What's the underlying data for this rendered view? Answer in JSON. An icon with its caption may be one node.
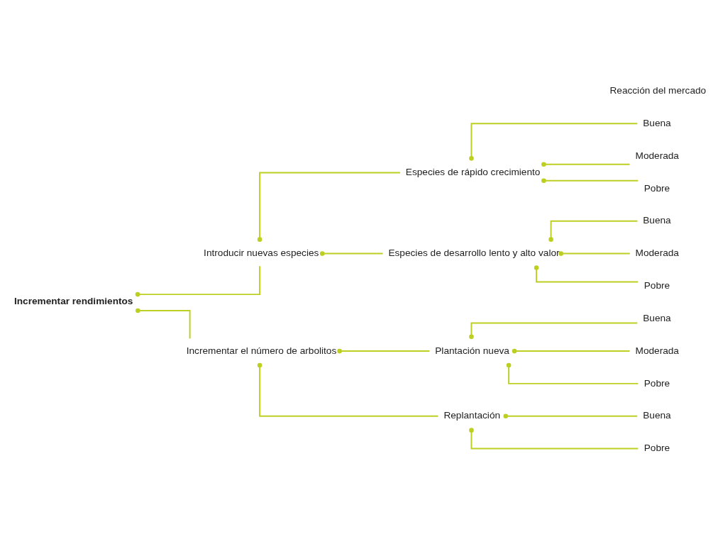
{
  "diagram": {
    "nodes": [
      {
        "text": [
          "Incrementar rendimientos"
        ]
      },
      {
        "text": [
          "Introducir nuevas especies"
        ]
      },
      {
        "text": [
          "Incrementar el número de arbolitos"
        ]
      },
      {
        "text": [
          "Especies de rápido crecimiento"
        ]
      },
      {
        "text": [
          "Especies de desarrollo lento y alto valor"
        ]
      },
      {
        "text": [
          "Plantación nueva"
        ]
      },
      {
        "text": [
          "Replantación"
        ]
      },
      {
        "text": [
          "Buena"
        ]
      },
      {
        "text": [
          "Moderada"
        ]
      },
      {
        "text": [
          "Pobre"
        ]
      },
      {
        "text": [
          "Buena"
        ]
      },
      {
        "text": [
          "Moderada"
        ]
      },
      {
        "text": [
          "Pobre"
        ]
      },
      {
        "text": [
          "Buena"
        ]
      },
      {
        "text": [
          "Moderada"
        ]
      },
      {
        "text": [
          "Pobre"
        ]
      },
      {
        "text": [
          "Buena"
        ]
      },
      {
        "text": [
          "Pobre"
        ]
      }
    ],
    "edges": [
      {
        "from": 0,
        "to": 1,
        "arrow": "other"
      },
      {
        "from": 0,
        "to": 2,
        "arrow": "other"
      },
      {
        "from": 1,
        "to": 3,
        "arrow": "other"
      },
      {
        "from": 1,
        "to": 4,
        "arrow": "other"
      },
      {
        "from": 2,
        "to": 5,
        "arrow": "other"
      },
      {
        "from": 2,
        "to": 6,
        "arrow": "other"
      },
      {
        "from": 3,
        "to": 7,
        "arrow": "other"
      },
      {
        "from": 3,
        "to": 8,
        "arrow": "other"
      },
      {
        "from": 3,
        "to": 9,
        "arrow": "other"
      },
      {
        "from": 4,
        "to": 10,
        "arrow": "other"
      },
      {
        "from": 4,
        "to": 11,
        "arrow": "other"
      },
      {
        "from": 4,
        "to": 12,
        "arrow": "other"
      },
      {
        "from": 5,
        "to": 13,
        "arrow": "other"
      },
      {
        "from": 5,
        "to": 14,
        "arrow": "other"
      },
      {
        "from": 5,
        "to": 15,
        "arrow": "other"
      },
      {
        "from": 6,
        "to": 16,
        "arrow": "other"
      },
      {
        "from": 6,
        "to": 17,
        "arrow": "other"
      }
    ],
    "labels": [
      "Reacción del mercado"
    ]
  }
}
